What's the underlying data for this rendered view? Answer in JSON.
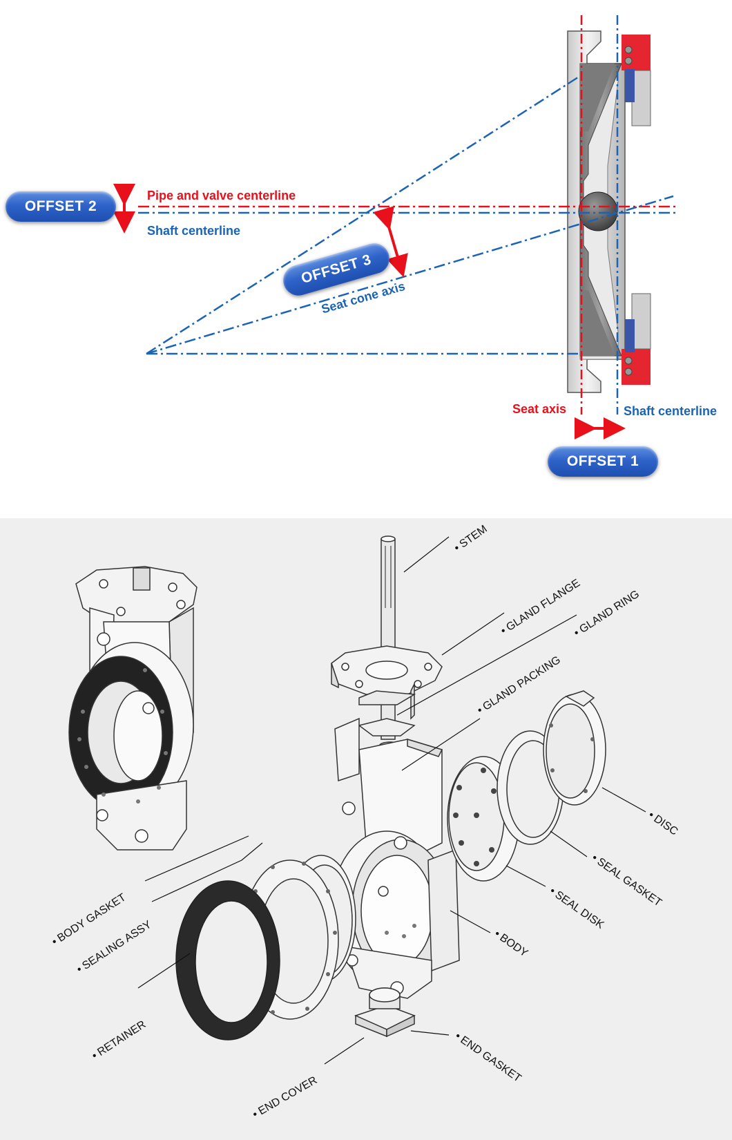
{
  "offset_diagram": {
    "badges": {
      "offset1": "OFFSET 1",
      "offset2": "OFFSET 2",
      "offset3": "OFFSET 3"
    },
    "labels": {
      "pipe_valve_centerline": "Pipe and valve centerline",
      "shaft_centerline_left": "Shaft centerline",
      "seat_cone_axis": "Seat cone axis",
      "seat_axis": "Seat axis",
      "shaft_centerline_bottom": "Shaft centerline"
    },
    "colors": {
      "red": "#e8101a",
      "blue": "#1a63b5",
      "badge": "#2f63c9"
    }
  },
  "exploded_view": {
    "parts": {
      "stem": "STEM",
      "gland_flange": "GLAND FLANGE",
      "gland_ring": "GLAND RING",
      "gland_packing": "GLAND PACKING",
      "disc": "DISC",
      "seal_gasket": "SEAL GASKET",
      "seal_disk": "SEAL DISK",
      "body": "BODY",
      "end_gasket": "END GASKET",
      "end_cover": "END COVER",
      "retainer": "RETAINER",
      "sealing_assy": "SEALING ASSY",
      "body_gasket": "BODY GASKET"
    },
    "background": "#efefef"
  }
}
